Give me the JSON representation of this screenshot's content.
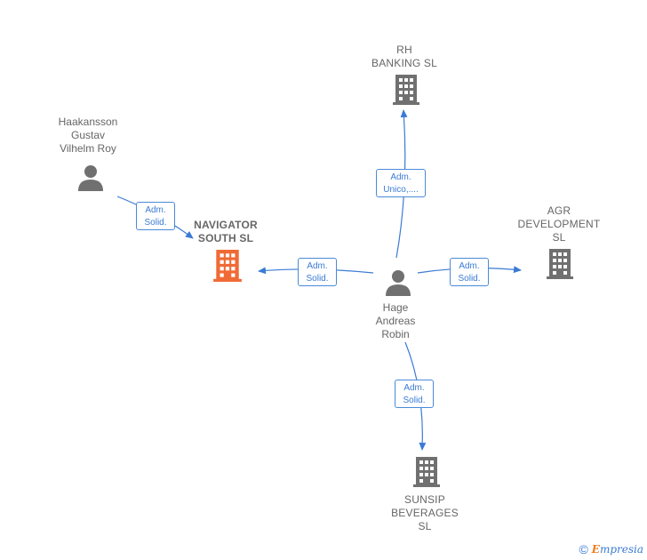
{
  "colors": {
    "edge": "#3a7bd5",
    "node_gray": "#707070",
    "node_focus": "#f06a35",
    "label": "#666666"
  },
  "nodes": {
    "rh_banking": {
      "label": "RH\nBANKING  SL",
      "icon": "building-icon"
    },
    "haakansson": {
      "label": "Haakansson\nGustav\nVilhelm Roy",
      "icon": "person-icon"
    },
    "navigator": {
      "label": "NAVIGATOR\nSOUTH  SL",
      "icon": "building-icon"
    },
    "agr": {
      "label": "AGR\nDEVELOPMENT\nSL",
      "icon": "building-icon"
    },
    "hage": {
      "label": "Hage\nAndreas\nRobin",
      "icon": "person-icon"
    },
    "sunsip": {
      "label": "SUNSIP\nBEVERAGES\nSL",
      "icon": "building-icon"
    }
  },
  "edges": {
    "haakansson_navigator": {
      "line1": "Adm.",
      "line2": "Solid."
    },
    "hage_rh": {
      "line1": "Adm.",
      "line2": "Unico,...."
    },
    "hage_navigator": {
      "line1": "Adm.",
      "line2": "Solid."
    },
    "hage_agr": {
      "line1": "Adm.",
      "line2": "Solid."
    },
    "hage_sunsip": {
      "line1": "Adm.",
      "line2": "Solid."
    }
  },
  "footer": {
    "copyright": "©",
    "brand_first": "E",
    "brand_rest": "mpresia"
  }
}
